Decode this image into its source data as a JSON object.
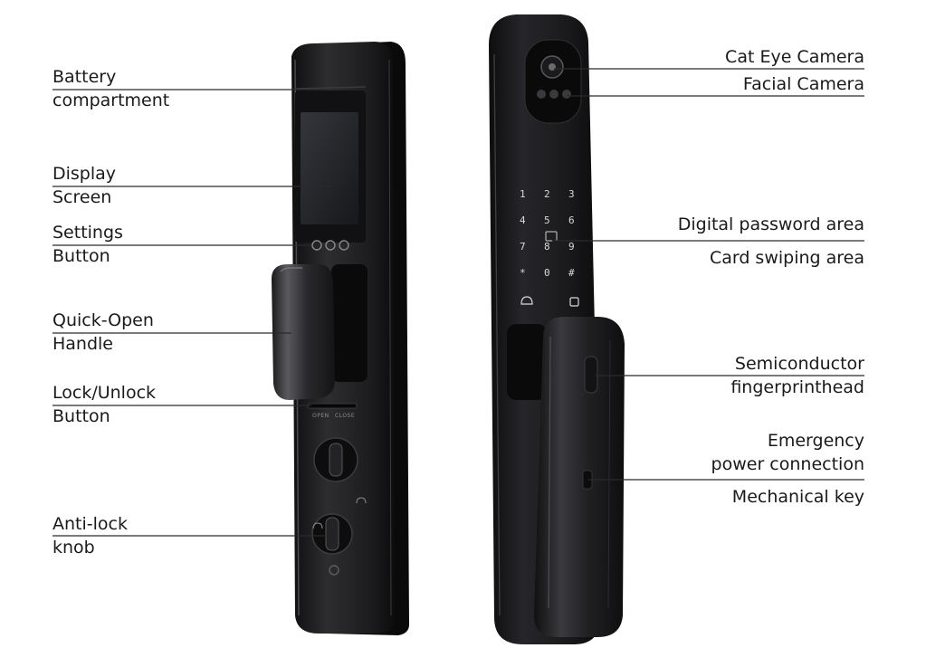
{
  "left_labels": [
    {
      "id": "battery-compartment",
      "lines": [
        "Battery",
        "compartment"
      ]
    },
    {
      "id": "display-screen",
      "lines": [
        "Display",
        "Screen"
      ]
    },
    {
      "id": "settings-button",
      "lines": [
        "Settings",
        "Button"
      ]
    },
    {
      "id": "quick-open-handle",
      "lines": [
        "Quick-Open",
        "Handle"
      ]
    },
    {
      "id": "lock-unlock-button",
      "lines": [
        "Lock/Unlock",
        "Button"
      ]
    },
    {
      "id": "anti-lock-knob",
      "lines": [
        "Anti-lock",
        "knob"
      ]
    }
  ],
  "right_labels": [
    {
      "id": "cat-eye-camera",
      "lines": [
        "Cat Eye Camera"
      ]
    },
    {
      "id": "facial-camera",
      "lines": [
        "Facial Camera"
      ]
    },
    {
      "id": "digital-password-area",
      "lines": [
        "Digital password area"
      ]
    },
    {
      "id": "card-swiping-area",
      "lines": [
        "Card swiping area"
      ]
    },
    {
      "id": "semiconductor-fingerprinthead",
      "lines": [
        "Semiconductor",
        "fingerprinthead"
      ]
    },
    {
      "id": "emergency-power-connection",
      "lines": [
        "Emergency",
        "power connection"
      ]
    },
    {
      "id": "mechanical-key",
      "lines": [
        "Mechanical key"
      ]
    }
  ],
  "device_text": {
    "open_label": "OPEN",
    "close_label": "CLOSE",
    "keypad": [
      "1",
      "2",
      "3",
      "4",
      "5",
      "6",
      "7",
      "8",
      "9",
      "*",
      "0",
      "#"
    ]
  },
  "colors": {
    "body_dark": "#1b1b1d",
    "body_mid": "#2c2c2f",
    "edge_highlight": "#4a4a4e",
    "screen": "#222428",
    "keypad_glyph": "#d9d9d9",
    "leader_line": "#2a2a2a"
  }
}
